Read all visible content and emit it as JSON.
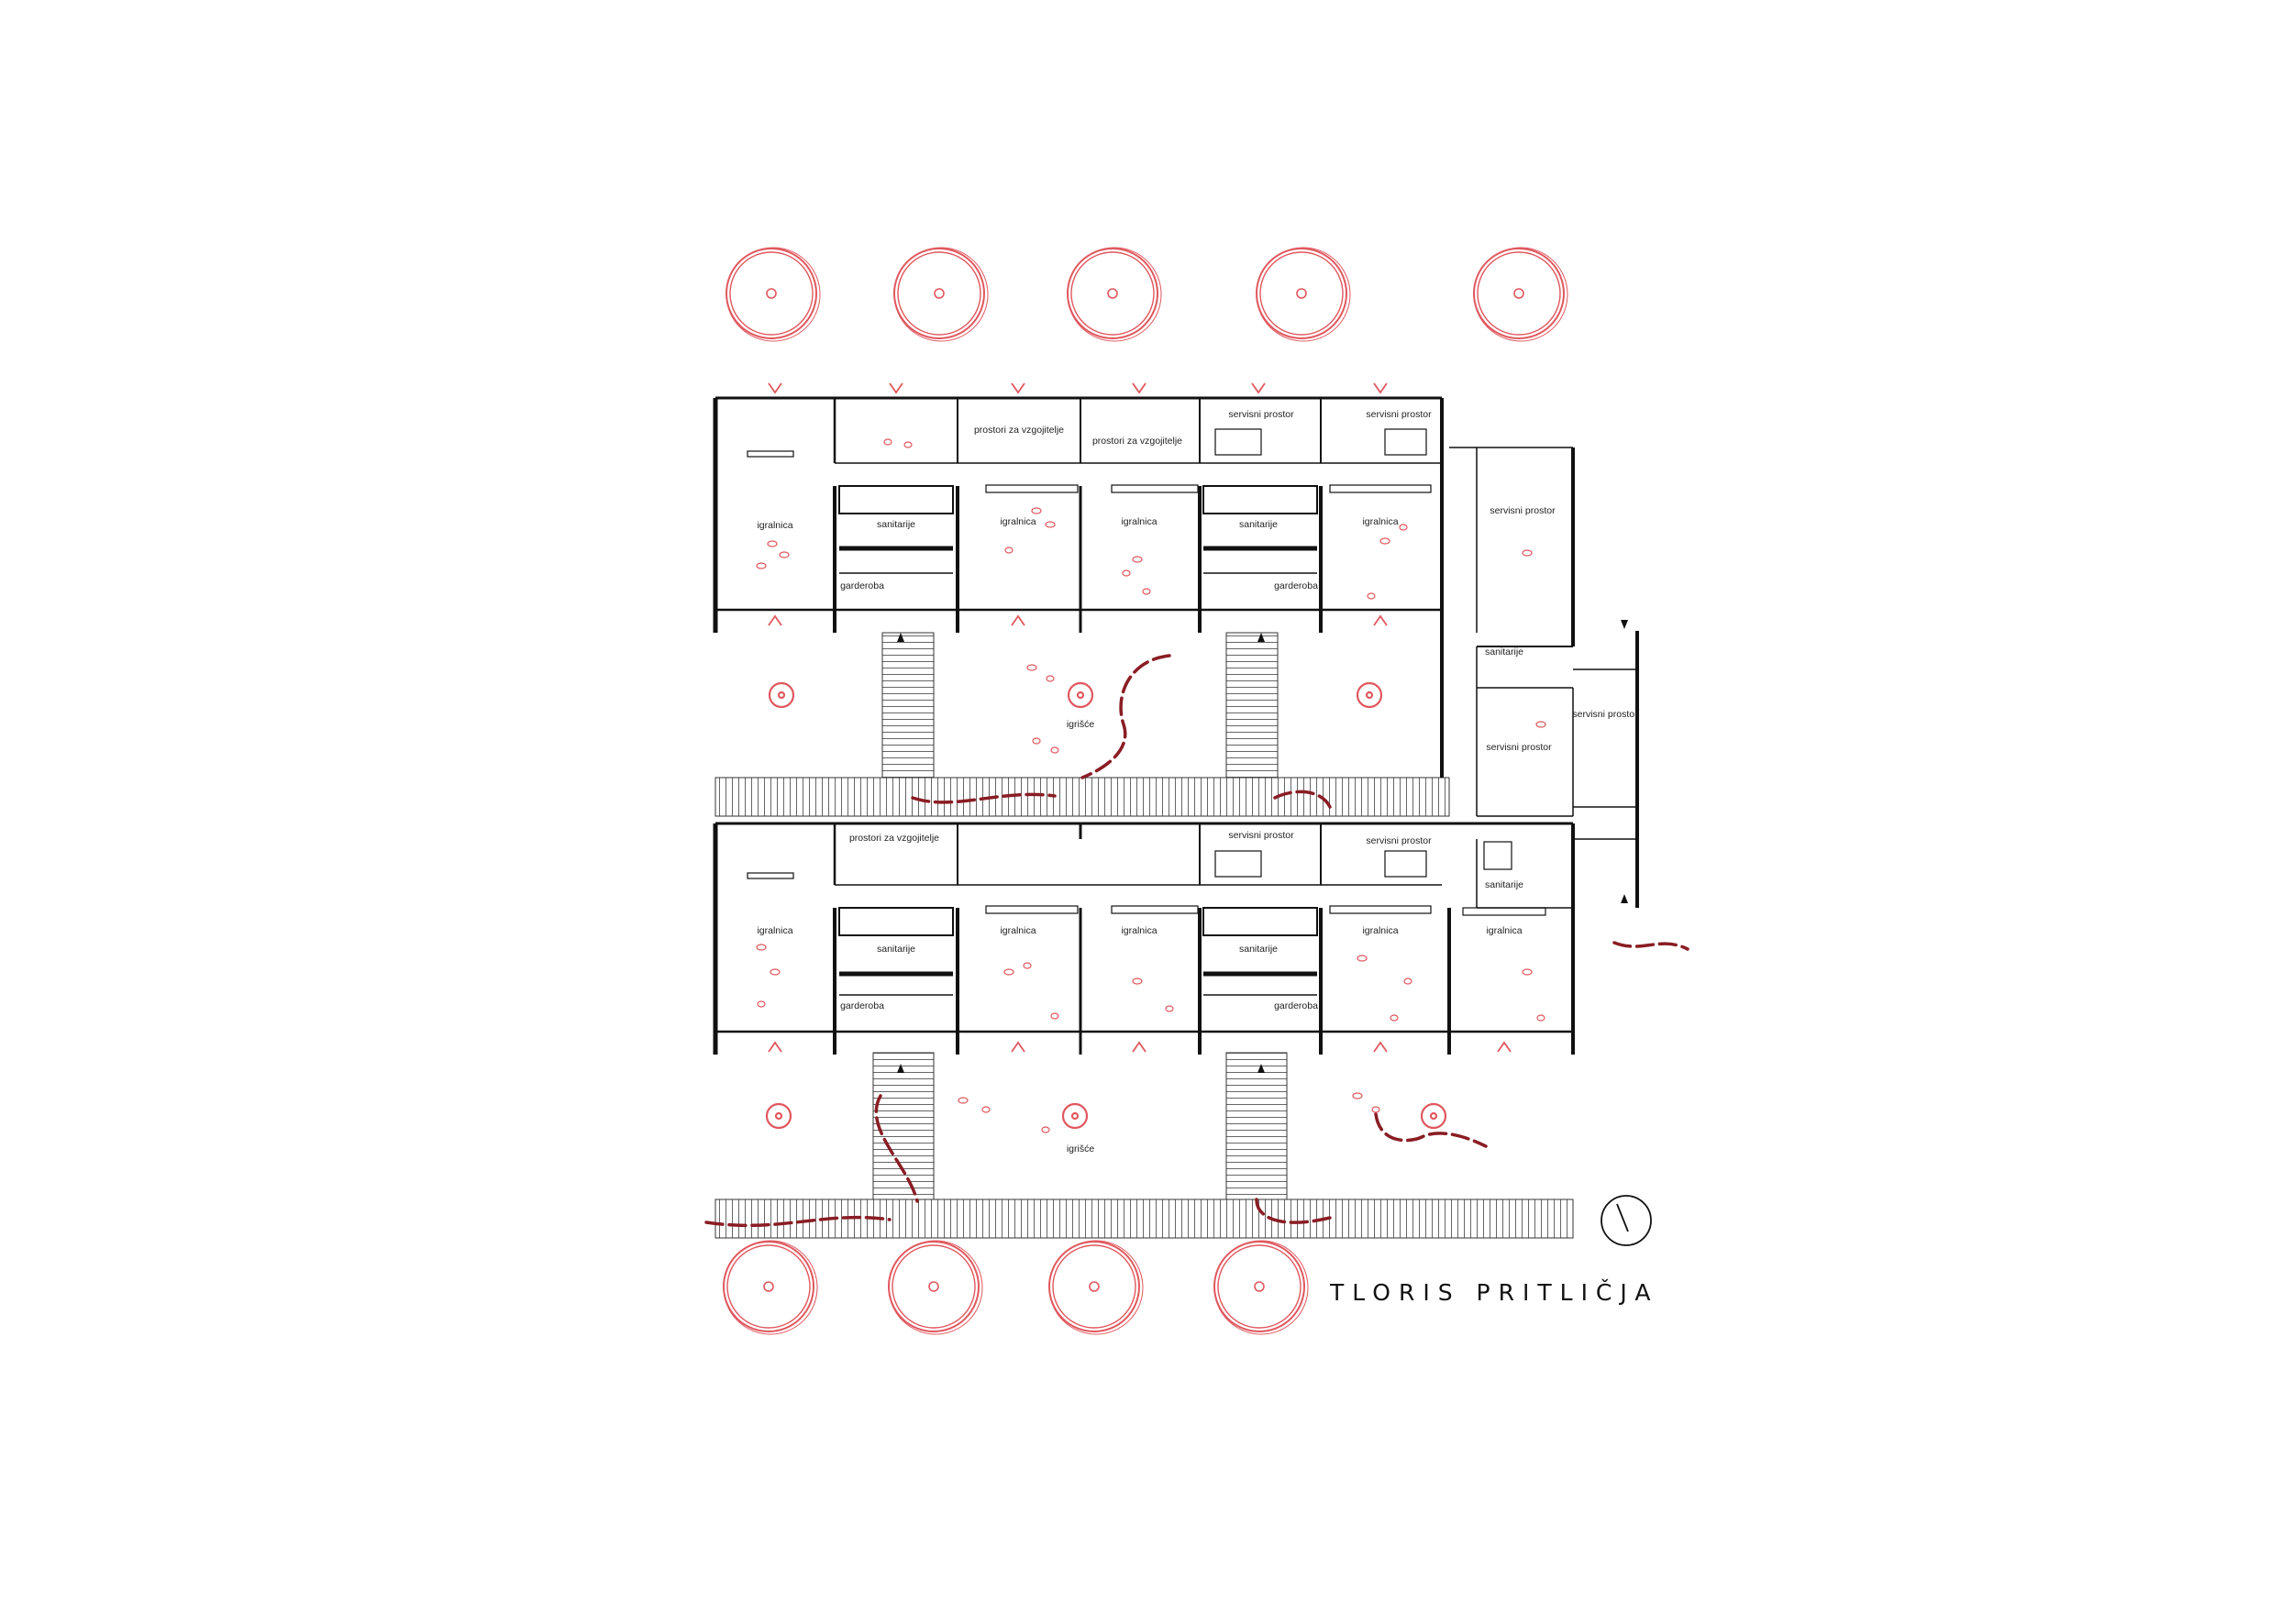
{
  "title": "TLORIS PRITLIČJA",
  "colors": {
    "wall": "#111111",
    "accent": "#e0585f",
    "path": "#8a1d24",
    "deck": "#555555"
  },
  "icons": {
    "tree": "tree-canopy-icon",
    "north": "north-arrow-icon",
    "entrance": "entrance-arrow-icon",
    "view": "view-chevron-icon"
  },
  "labels": {
    "igralnica": "igralnica",
    "sanitarije": "sanitarije",
    "garderoba": "garderoba",
    "servisni_prostor": "servisni prostor",
    "prostori_za_vzgojitelje": "prostori za vzgojitelje",
    "igrisce": "igrišće"
  }
}
